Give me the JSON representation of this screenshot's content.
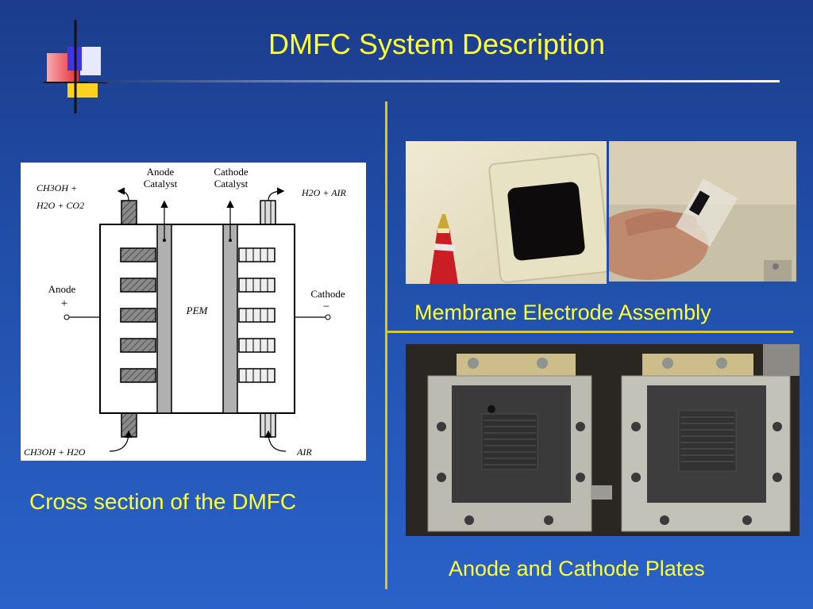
{
  "slide": {
    "title": "DMFC System Description",
    "caption_cross_section": "Cross section of the DMFC",
    "caption_mea": "Membrane Electrode Assembly",
    "caption_plates": "Anode and Cathode Plates"
  },
  "diagram": {
    "anode_catalyst": [
      "Anode",
      "Catalyst"
    ],
    "cathode_catalyst": [
      "Cathode",
      "Catalyst"
    ],
    "anode_label": "Anode",
    "anode_sign": "+",
    "cathode_label": "Cathode",
    "cathode_sign": "−",
    "pem_label": "PEM",
    "anode_outlet": [
      "CH3OH +",
      "H2O + CO2"
    ],
    "cathode_outlet": "H2O + AIR",
    "anode_inlet": "CH3OH + H2O",
    "cathode_inlet": "AIR"
  },
  "colors": {
    "background": "#2150ab",
    "caption_text": "#ffff33",
    "divider": "#e8c900",
    "title_underline": "#ffffff"
  }
}
